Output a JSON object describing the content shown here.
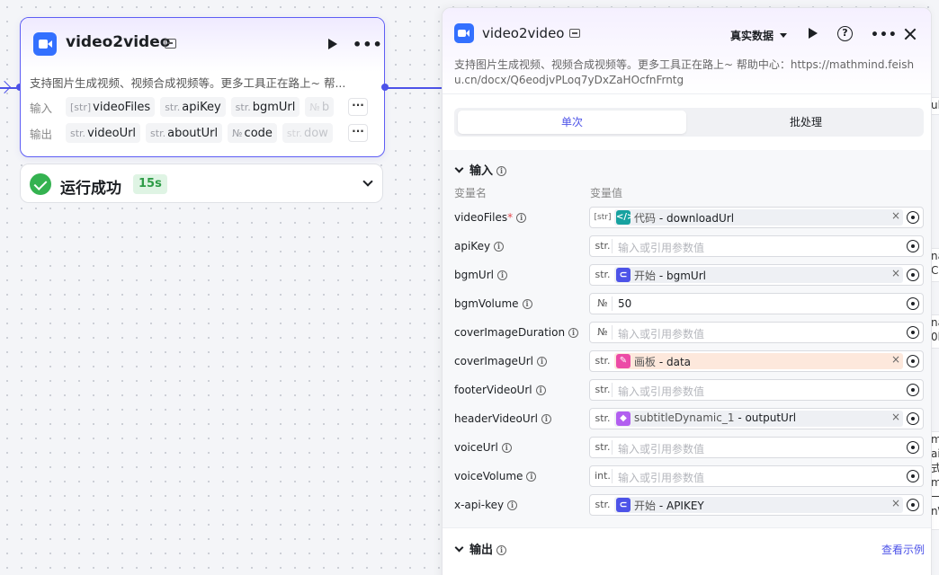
{
  "node": {
    "title": "video2video",
    "description": "支持图片生成视频、视频合成视频等。更多工具正在路上~ 帮...",
    "input_label": "输入",
    "output_label": "输出",
    "inputs": [
      {
        "type": "[str]",
        "name": "videoFiles"
      },
      {
        "type": "str.",
        "name": "apiKey"
      },
      {
        "type": "str.",
        "name": "bgmUrl"
      },
      {
        "type": "№",
        "name": "b"
      }
    ],
    "outputs": [
      {
        "type": "str.",
        "name": "videoUrl"
      },
      {
        "type": "str.",
        "name": "aboutUrl"
      },
      {
        "type": "№",
        "name": "code"
      },
      {
        "type": "str.",
        "name": "dow"
      }
    ],
    "more": "···"
  },
  "run_status": {
    "text": "运行成功",
    "duration": "15s"
  },
  "peek_text": {
    "a": "ul",
    "b": "na\nC",
    "c": "na\n0b",
    "d": "m\nai\n式\nm\n一\nn\\"
  },
  "panel": {
    "title": "video2video",
    "data_mode": "真实数据",
    "description": "支持图片生成视频、视频合成视频等。更多工具正在路上~ 帮助中心：https://mathmind.feishu.cn/docx/Q6eodjvPLoq7yDxZaHOcfnFrntg",
    "tabs": {
      "single": "单次",
      "batch": "批处理"
    },
    "input_section": "输入",
    "col_name": "变量名",
    "col_value": "变量值",
    "placeholder": "输入或引用参数值",
    "output_section": "输出",
    "view_example": "查看示例",
    "rows": [
      {
        "name": "videoFiles",
        "required": "*",
        "type": "[str]",
        "ref_src": "代码",
        "ref_var": "downloadUrl",
        "ref_color": "#17a2a0"
      },
      {
        "name": "apiKey",
        "type": "str."
      },
      {
        "name": "bgmUrl",
        "type": "str.",
        "ref_src": "开始",
        "ref_var": "bgmUrl",
        "ref_color": "#4d53e8"
      },
      {
        "name": "bgmVolume",
        "type": "№",
        "value": "50"
      },
      {
        "name": "coverImageDuration",
        "type": "№"
      },
      {
        "name": "coverImageUrl",
        "type": "str.",
        "ref_src": "画板",
        "ref_var": "data",
        "ref_color": "#ec4aa6"
      },
      {
        "name": "footerVideoUrl",
        "type": "str."
      },
      {
        "name": "headerVideoUrl",
        "type": "str.",
        "ref_src": "subtitleDynamic_1",
        "ref_var": "outputUrl",
        "ref_color": "#b25ff0"
      },
      {
        "name": "voiceUrl",
        "type": "str."
      },
      {
        "name": "voiceVolume",
        "type": "int."
      },
      {
        "name": "x-api-key",
        "type": "str.",
        "ref_src": "开始",
        "ref_var": "APIKEY",
        "ref_color": "#4d53e8"
      }
    ]
  },
  "colors": {
    "accent": "#4d53e8",
    "success": "#34b250",
    "brand_blue": "#3370ff"
  }
}
